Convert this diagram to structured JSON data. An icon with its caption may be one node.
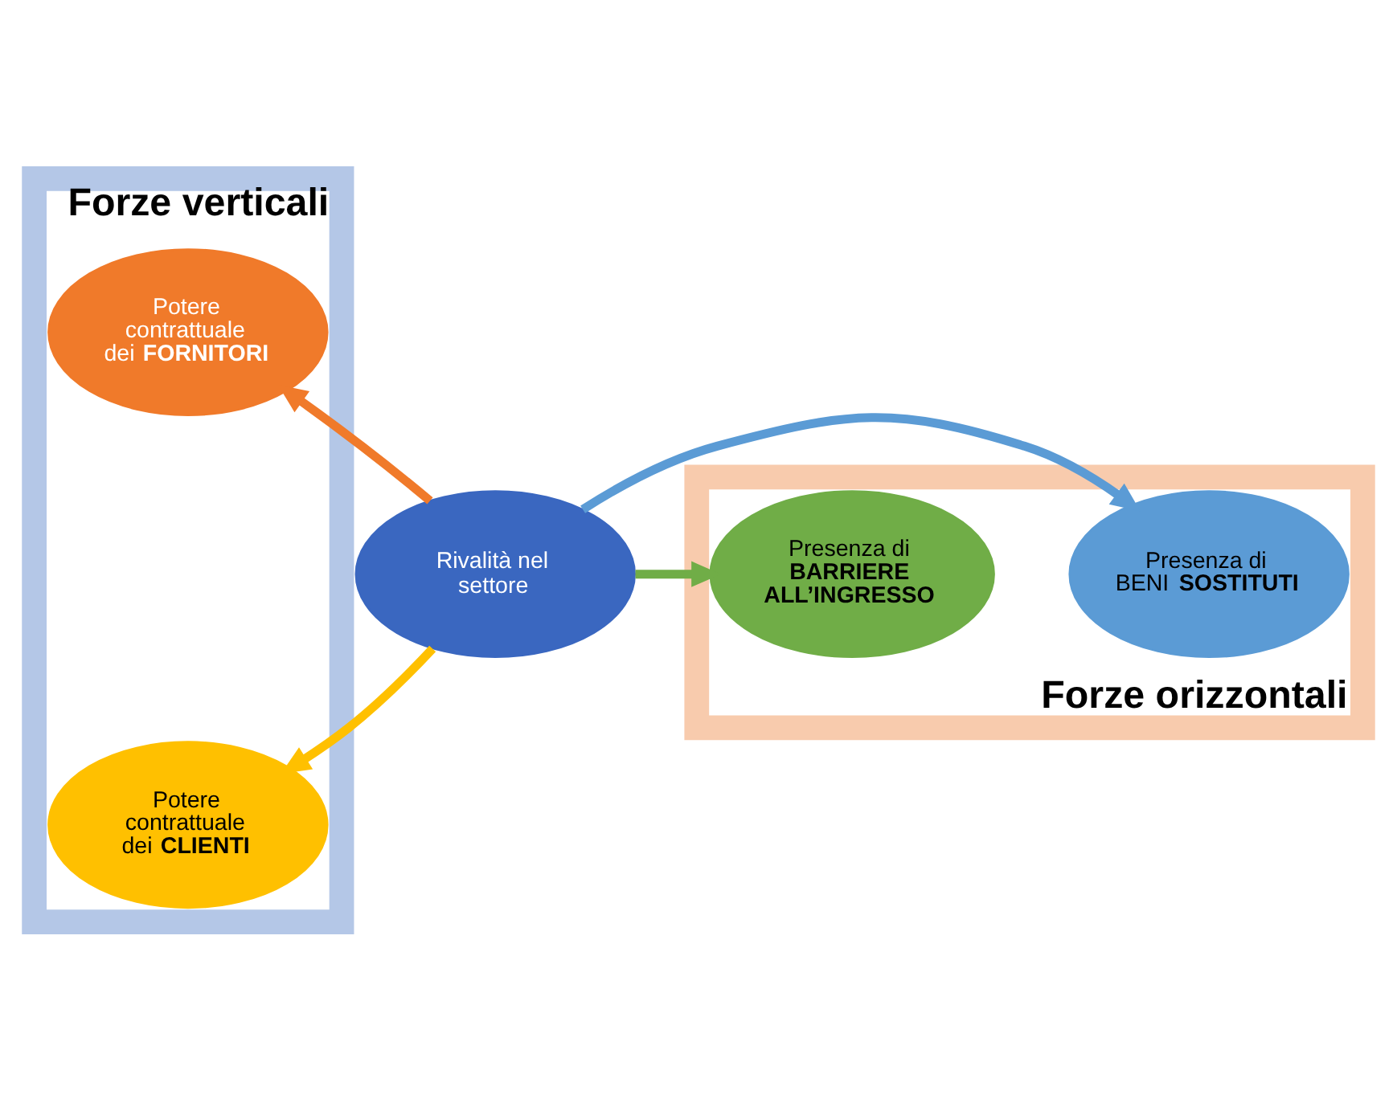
{
  "diagram": {
    "nodes": [
      {
        "text": [
          "Forze verticali"
        ]
      },
      {
        "text": [
          "Potere contrattuale dei **FORNITORI**"
        ],
        "in": 0
      },
      {
        "text": [
          "Forze orizzontali"
        ]
      },
      {
        "text": [
          "Presenza di BENI **SOSTITUTI**"
        ],
        "in": 2
      },
      {
        "text": [
          "Rivalità nel settore"
        ]
      },
      {
        "text": [
          "Presenza di **BARRIERE ALL’INGRESSO**"
        ],
        "in": 2
      },
      {
        "text": [
          "Potere contrattuale dei **CLIENTI**"
        ],
        "in": 0
      }
    ],
    "edges": [
      {
        "from": 4,
        "to": 1,
        "arrow": "to",
        "color": "#f07a2a"
      },
      {
        "from": 4,
        "to": 3,
        "arrow": "to",
        "color": "#5b9bd5"
      },
      {
        "from": 4,
        "to": 5,
        "arrow": "to",
        "color": "#70ad47"
      },
      {
        "from": 4,
        "to": 6,
        "arrow": "to",
        "color": "#ffc000"
      }
    ]
  }
}
